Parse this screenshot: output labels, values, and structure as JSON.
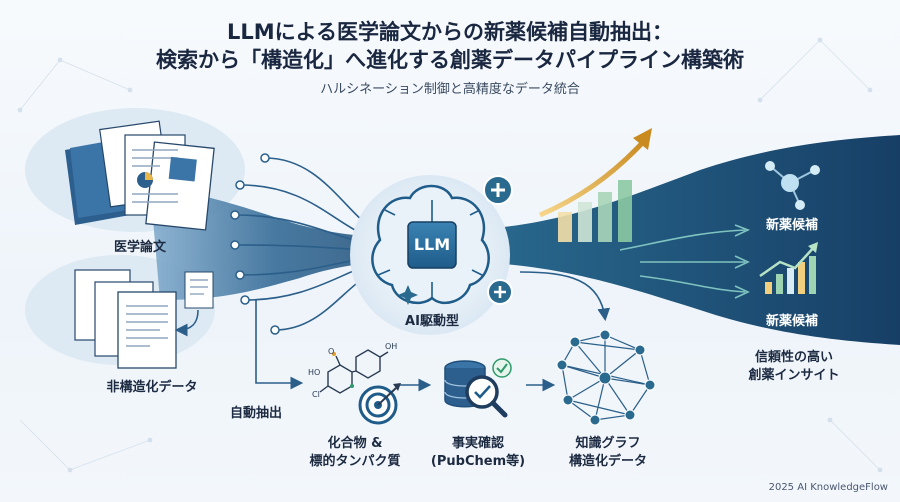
{
  "title_line1": "LLMによる医学論文からの新薬候補自動抽出：",
  "title_line2": "検索から「構造化」へ進化する創薬データパイプライン構築術",
  "subtitle": "ハルシネーション制御と高精度なデータ統合",
  "labels": {
    "medical_papers": "医学論文",
    "unstructured_data": "非構造化データ",
    "llm": "LLM",
    "ai_driven": "AI駆動型",
    "auto_extraction": "自動抽出",
    "compounds_line1": "化合物 &",
    "compounds_line2": "標的タンパク質",
    "fact_check_line1": "事実確認",
    "fact_check_line2": "(PubChem等)",
    "kg_line1": "知識グラフ",
    "kg_line2": "構造化データ",
    "candidate_1": "新薬候補",
    "candidate_2": "新薬候補",
    "insight_line1": "信頼性の高い",
    "insight_line2": "創薬インサイト",
    "molecule_oh1": "O",
    "molecule_oh2": "HO",
    "molecule_oh3": "OH",
    "molecule_cl": "Cl"
  },
  "footer": "2025 AI KnowledgeFlow",
  "colors": {
    "navy": "#1f4f7a",
    "teal": "#2f7f95",
    "light_blue": "#cfe0ef",
    "accent_green": "#2e9a6b",
    "accent_orange": "#e39b2a"
  },
  "icons": [
    "document-icon",
    "brain-chip-icon",
    "plus-icon",
    "molecule-icon",
    "target-icon",
    "database-icon",
    "magnifier-check-icon",
    "network-graph-icon",
    "bar-chart-icon",
    "atom-icon"
  ]
}
